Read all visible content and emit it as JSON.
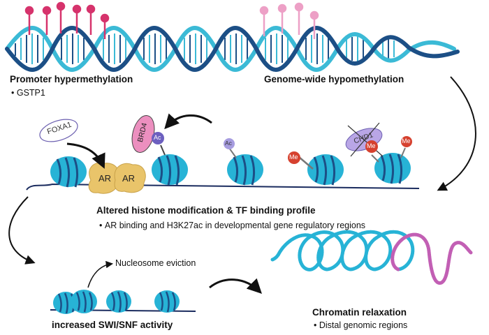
{
  "labels": {
    "promoter": "Promoter hypermethylation",
    "promoter_gene": "GSTP1",
    "genome_wide": "Genome-wide hypomethylation",
    "altered": "Altered histone modification & TF binding profile",
    "altered_detail": "AR binding and H3K27ac in developmental gene regulatory regions",
    "nucleosome_eviction": "Nucleosome eviction",
    "swi_snf": "increased SWI/SNF activity",
    "chromatin_relax": "Chromatin relaxation",
    "chromatin_detail": "Distal genomic regions"
  },
  "proteins": {
    "foxa1": "FOXA1",
    "brd4": "BRD4",
    "chd1": "CHD1",
    "ar": "AR",
    "ac": "Ac",
    "me": "Me"
  },
  "colors": {
    "dna_light": "#3bbad6",
    "dna_dark": "#1c4f86",
    "nucleosome": "#27b3d6",
    "pin_dark": "#d6336c",
    "pin_light": "#eda0c6",
    "ar": "#e9c46a",
    "acetyl": "#8a7fd0",
    "methyl": "#d6412f",
    "brd4": "#ec8fbf",
    "chd1": "#b9a6e6",
    "chromatin_pink": "#c25fb4"
  }
}
